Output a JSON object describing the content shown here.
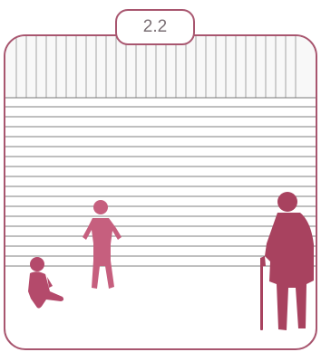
{
  "panel": {
    "tab_label": "2.2"
  },
  "colors": {
    "frame": "#a8566f",
    "figure_dark": "#a8425f",
    "figure_light": "#c96a86",
    "line": "#7f7f7f"
  },
  "figures": {
    "baby": "seated-baby-silhouette",
    "child": "standing-child-silhouette",
    "elder": "elderly-person-with-cane-silhouette"
  }
}
